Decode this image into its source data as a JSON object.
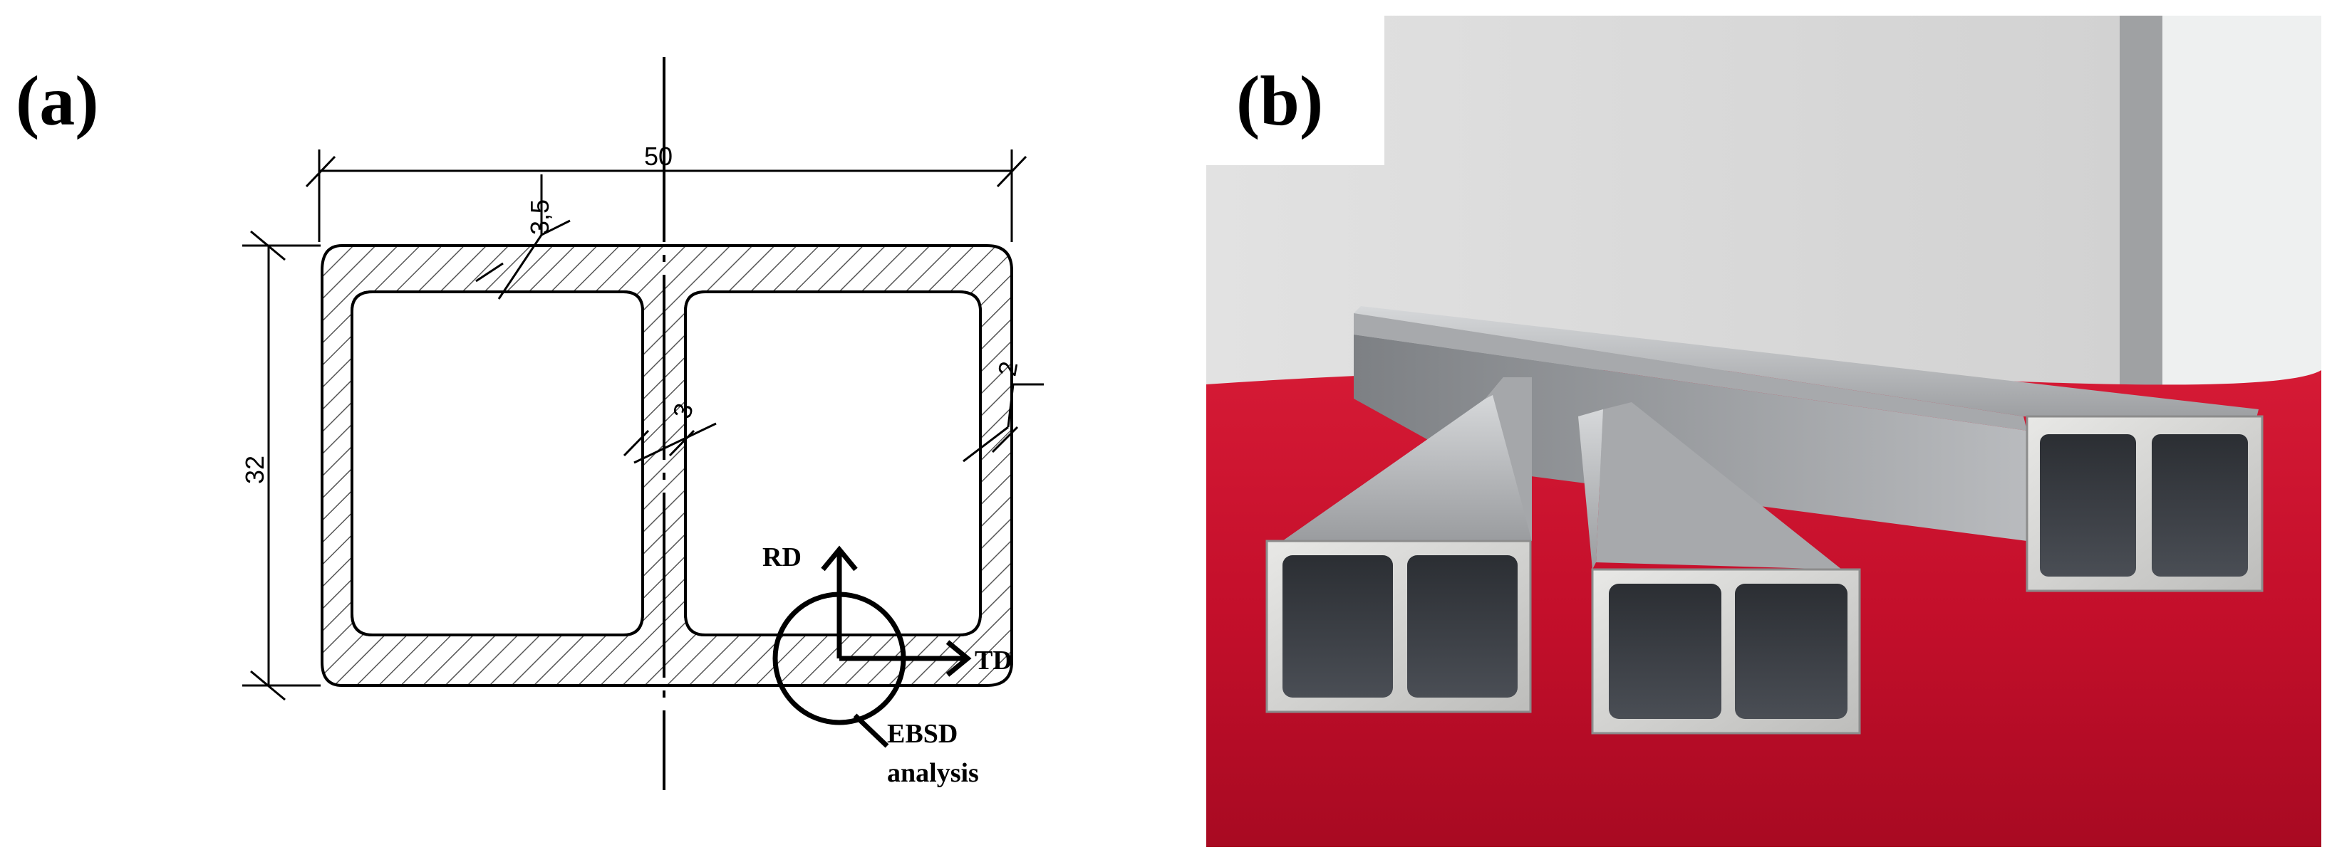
{
  "panels": {
    "a": {
      "label": "(a)"
    },
    "b": {
      "label": "(b)"
    }
  },
  "drawing": {
    "width_dim": "50",
    "height_dim": "32",
    "top_wall_dim": "3,5",
    "web_dim": "3",
    "side_wall_dim": "2",
    "axis_rd": "RD",
    "axis_td": "TD",
    "ebsd_line1": "EBSD",
    "ebsd_line2": "analysis"
  },
  "colors": {
    "hatch": "#555555",
    "ink": "#000000",
    "wall_backdrop": "#d9d9d9",
    "cloth": "#c8102e",
    "aluminium": "#b4b6b8"
  }
}
